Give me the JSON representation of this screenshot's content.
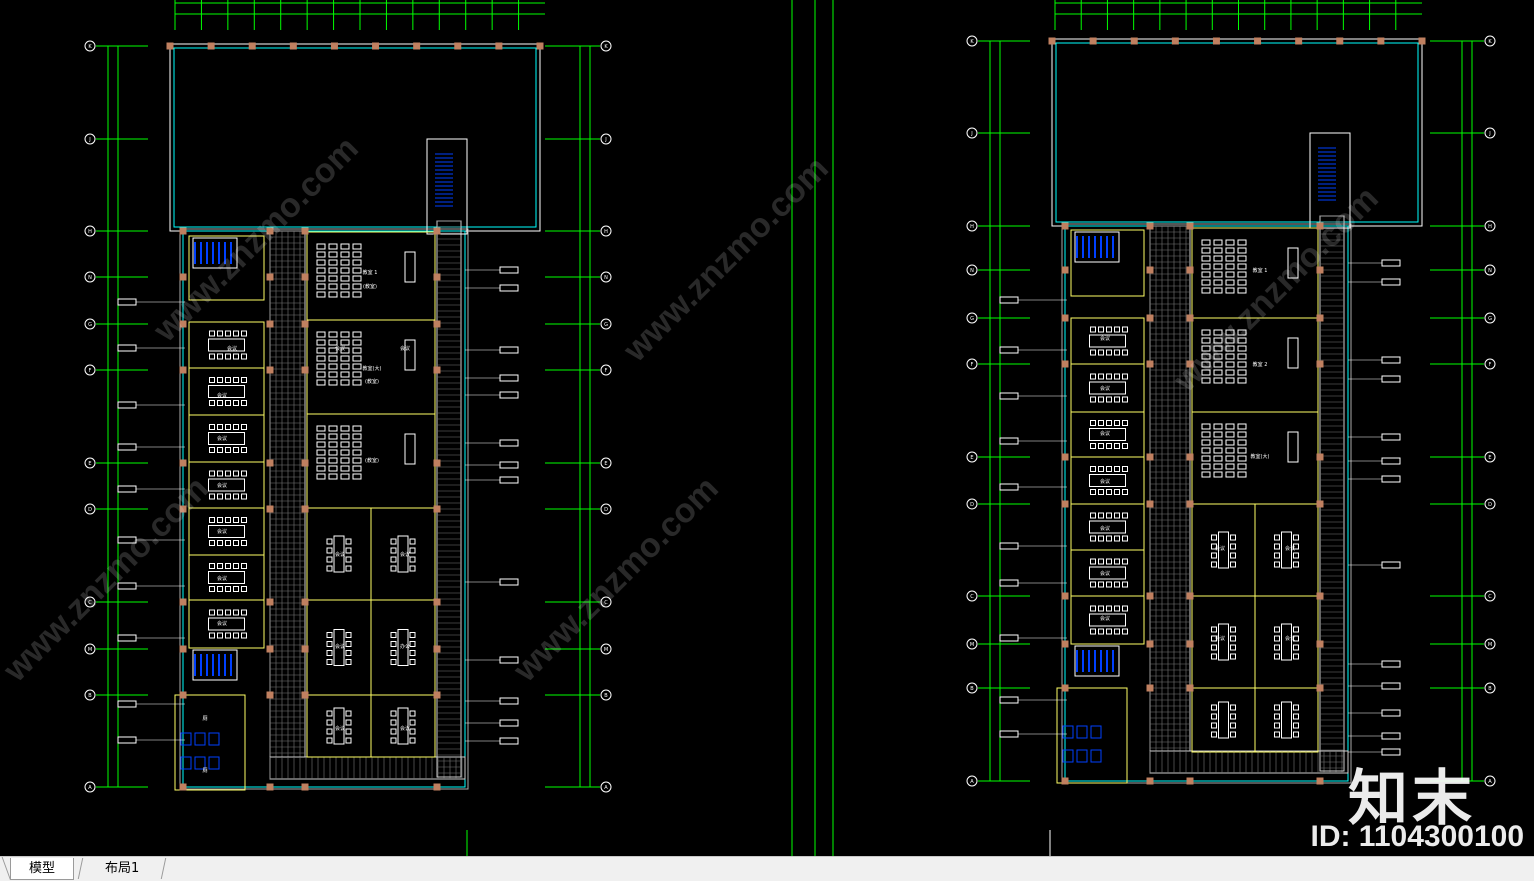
{
  "drawing": {
    "grid_axes": [
      "K",
      "J",
      "H",
      "N",
      "G",
      "F",
      "E",
      "D",
      "C",
      "M",
      "B",
      "A"
    ],
    "plan_left": {
      "room_labels": [
        "教室 1",
        "(教室)",
        "教室(大)",
        "(教室)",
        "(教室)",
        "会议",
        "会议",
        "会议",
        "会议",
        "会议",
        "会议",
        "会议",
        "会议",
        "会议",
        "会议",
        "办公",
        "会议",
        "会议",
        "会议",
        "会议",
        "厕",
        "厕"
      ]
    },
    "plan_right": {
      "room_labels": [
        "教室 1",
        "教室 2",
        "教室(大)",
        "会议",
        "会议",
        "会议",
        "会议",
        "会议",
        "会议",
        "会议",
        "会议",
        "会议",
        "会议",
        "会议"
      ]
    },
    "colors": {
      "grid": "#00ff00",
      "wall": "#ffff66",
      "glass": "#00ffff",
      "column": "#c08060",
      "furniture": "#ffffff",
      "stair": "#0040ff"
    }
  },
  "tabs": [
    {
      "label": "模型",
      "active": true
    },
    {
      "label": "布局1",
      "active": false
    }
  ],
  "watermark": {
    "text": "www.znzmo.com",
    "logo_text": "知末",
    "id_text": "ID: 1104300100"
  }
}
